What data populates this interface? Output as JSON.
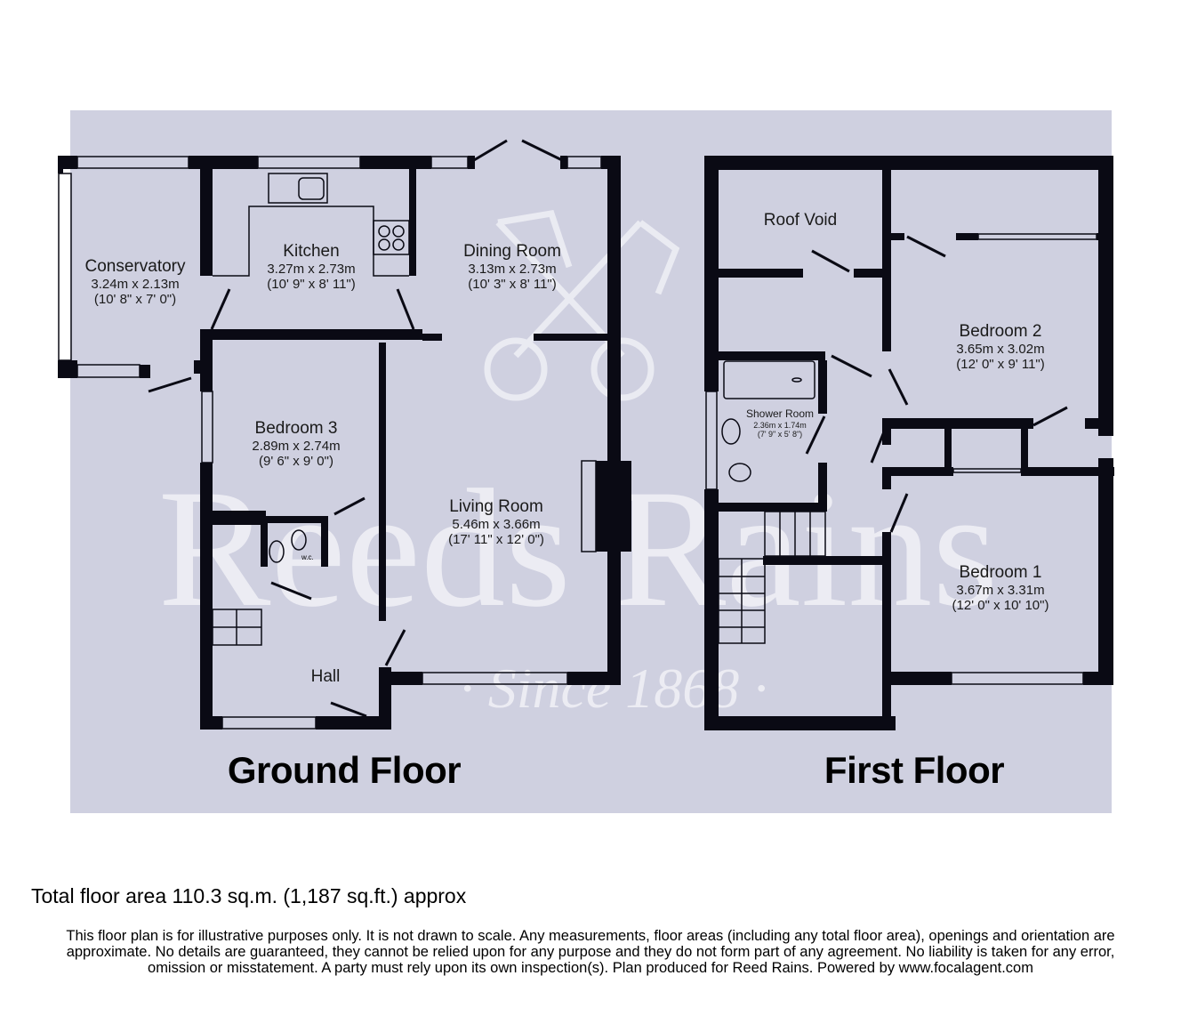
{
  "watermark": {
    "brand": "Reeds Rains",
    "tagline": "· Since 1868 ·"
  },
  "ground_floor": {
    "title": "Ground Floor",
    "rooms": [
      {
        "name": "Conservatory",
        "metric": "3.24m x 2.13m",
        "imperial": "(10' 8\" x 7' 0\")"
      },
      {
        "name": "Kitchen",
        "metric": "3.27m x 2.73m",
        "imperial": "(10' 9\" x 8' 11\")"
      },
      {
        "name": "Dining Room",
        "metric": "3.13m x 2.73m",
        "imperial": "(10' 3\" x 8' 11\")"
      },
      {
        "name": "Bedroom 3",
        "metric": "2.89m x 2.74m",
        "imperial": "(9' 6\" x 9' 0\")"
      },
      {
        "name": "Living Room",
        "metric": "5.46m x 3.66m",
        "imperial": "(17' 11\" x 12' 0\")"
      },
      {
        "name": "Hall",
        "metric": "",
        "imperial": ""
      }
    ],
    "wc_label": "w.c."
  },
  "first_floor": {
    "title": "First Floor",
    "rooms": [
      {
        "name": "Roof Void",
        "metric": "",
        "imperial": ""
      },
      {
        "name": "Bedroom 2",
        "metric": "3.65m x 3.02m",
        "imperial": "(12' 0\" x 9' 11\")"
      },
      {
        "name": "Shower Room",
        "metric": "2.36m x 1.74m",
        "imperial": "(7' 9\" x 5' 8\")"
      },
      {
        "name": "Bedroom 1",
        "metric": "3.67m x 3.31m",
        "imperial": "(12' 0\" x 10' 10\")"
      }
    ]
  },
  "footer": {
    "total_area": "Total floor area 110.3 sq.m. (1,187 sq.ft.) approx",
    "disclaimer": "This floor plan is for illustrative purposes only. It is not drawn to scale. Any measurements, floor areas (including any total floor area), openings and orientation are approximate. No details are guaranteed, they cannot be relied upon for any purpose and they do not form part of any agreement. No liability is taken for any error, omission or misstatement. A party must rely upon its own inspection(s). Plan produced for Reed Rains. Powered by www.focalagent.com"
  },
  "colors": {
    "background": "#cfd0e0",
    "wall": "#0a0a14",
    "watermark": "#eeeef5"
  }
}
